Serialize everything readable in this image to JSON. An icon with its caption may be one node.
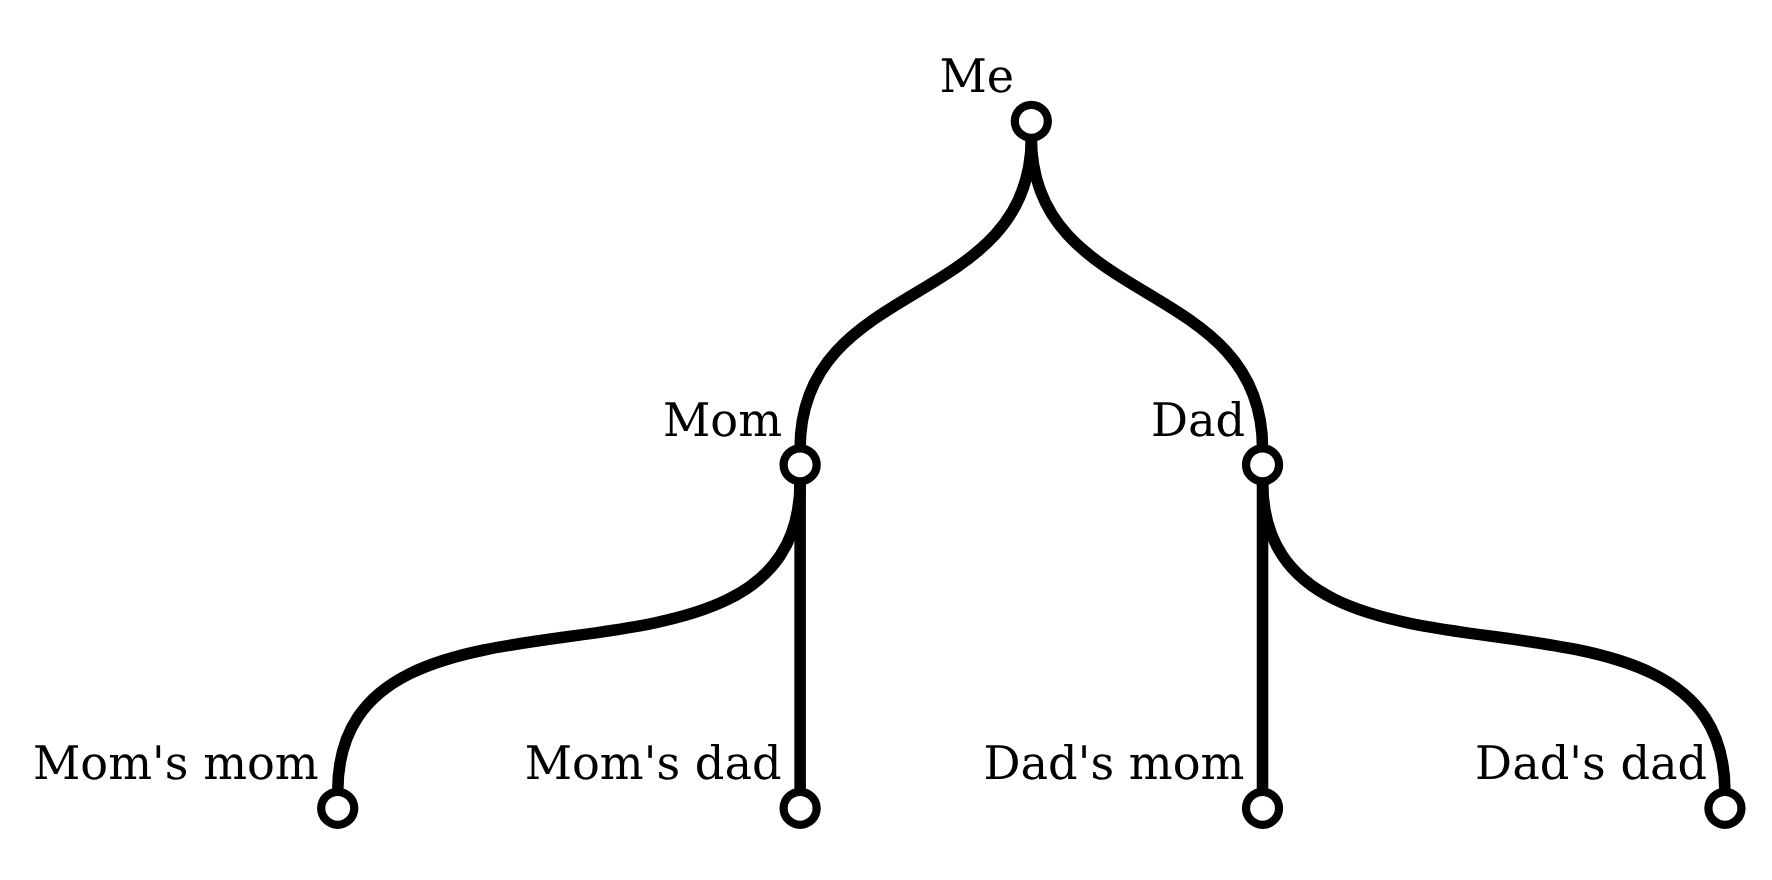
{
  "diagram": {
    "nodes": [
      {
        "text": [],
        "shape": "circle",
        "beside": [
          "Me"
        ]
      },
      {
        "text": [],
        "shape": "circle",
        "beside": [
          "Mom"
        ]
      },
      {
        "text": [],
        "shape": "circle",
        "beside": [
          "Dad"
        ]
      },
      {
        "text": [],
        "shape": "circle",
        "beside": [
          "Mom's mom"
        ]
      },
      {
        "text": [],
        "shape": "circle",
        "beside": [
          "Mom's dad"
        ]
      },
      {
        "text": [],
        "shape": "circle",
        "beside": [
          "Dad's mom"
        ]
      },
      {
        "text": [],
        "shape": "circle",
        "beside": [
          "Dad's dad"
        ]
      }
    ],
    "edges": [
      {
        "from": 0,
        "to": 1,
        "arrow": "none"
      },
      {
        "from": 0,
        "to": 2,
        "arrow": "none"
      },
      {
        "from": 1,
        "to": 3,
        "arrow": "none"
      },
      {
        "from": 1,
        "to": 4,
        "arrow": "none"
      },
      {
        "from": 2,
        "to": 5,
        "arrow": "none"
      },
      {
        "from": 2,
        "to": 6,
        "arrow": "none"
      }
    ]
  }
}
